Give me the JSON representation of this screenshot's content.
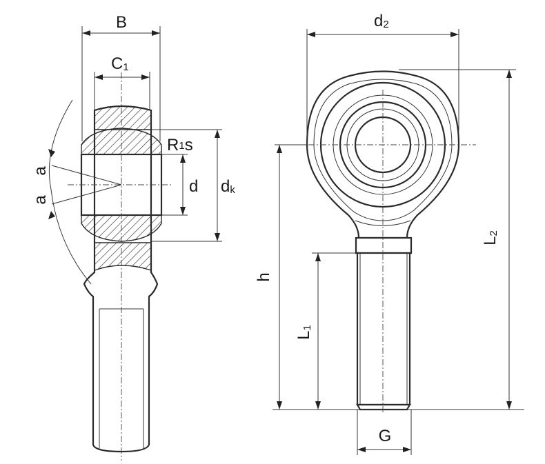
{
  "labels": {
    "B": "B",
    "C1_main": "C",
    "C1_sub": "1",
    "R1s_main": "R",
    "R1s_sub": "1",
    "R1s_suffix": "s",
    "a_top": "a",
    "a_bottom": "a",
    "d": "d",
    "dk_main": "d",
    "dk_sub": "k",
    "d2_main": "d",
    "d2_sub": "2",
    "h": "h",
    "L1_main": "L",
    "L1_sub": "1",
    "L2_main": "L",
    "L2_sub": "2",
    "G": "G"
  }
}
